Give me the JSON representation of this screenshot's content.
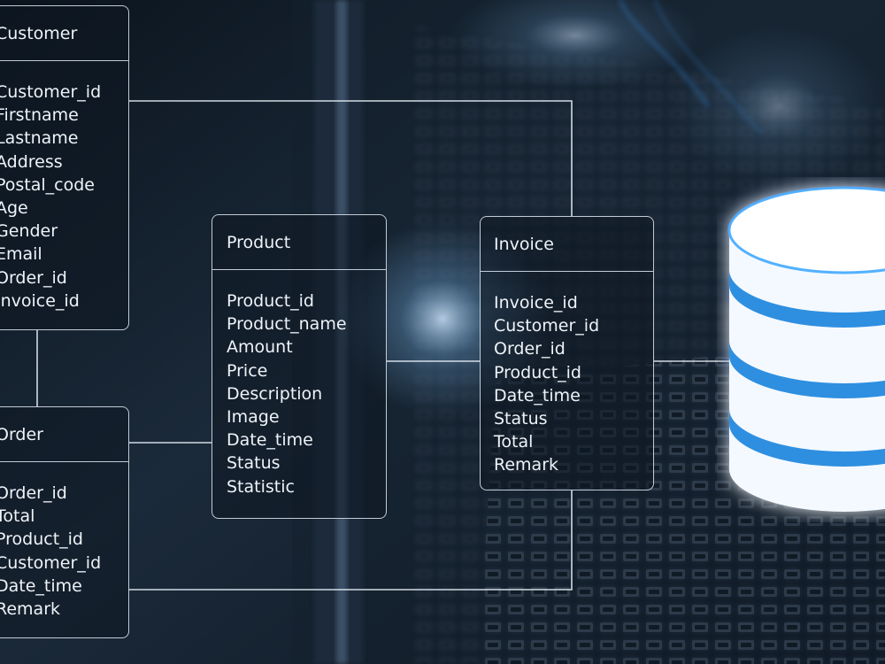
{
  "entities": {
    "customer": {
      "title": "Customer",
      "fields": [
        "Customer_id",
        "Firstname",
        "Lastname",
        "Address",
        "Postal_code",
        "Age",
        "Gender",
        "Email",
        "Order_id",
        "Invoice_id"
      ]
    },
    "order": {
      "title": "Order",
      "fields": [
        "Order_id",
        "Total",
        "Product_id",
        "Customer_id",
        "Date_time",
        "Remark"
      ]
    },
    "product": {
      "title": "Product",
      "fields": [
        "Product_id",
        "Product_name",
        "Amount",
        "Price",
        "Description",
        "Image",
        "Date_time",
        "Status",
        "Statistic"
      ]
    },
    "invoice": {
      "title": "Invoice",
      "fields": [
        "Invoice_id",
        "Customer_id",
        "Order_id",
        "Product_id",
        "Date_time",
        "Status",
        "Total",
        "Remark"
      ]
    }
  },
  "icons": {
    "database": "database-icon"
  },
  "colors": {
    "line": "#e6eef6",
    "background": "#0d1722",
    "db_glow": "#3fa9ff",
    "db_stripe": "#2f8fe0"
  }
}
